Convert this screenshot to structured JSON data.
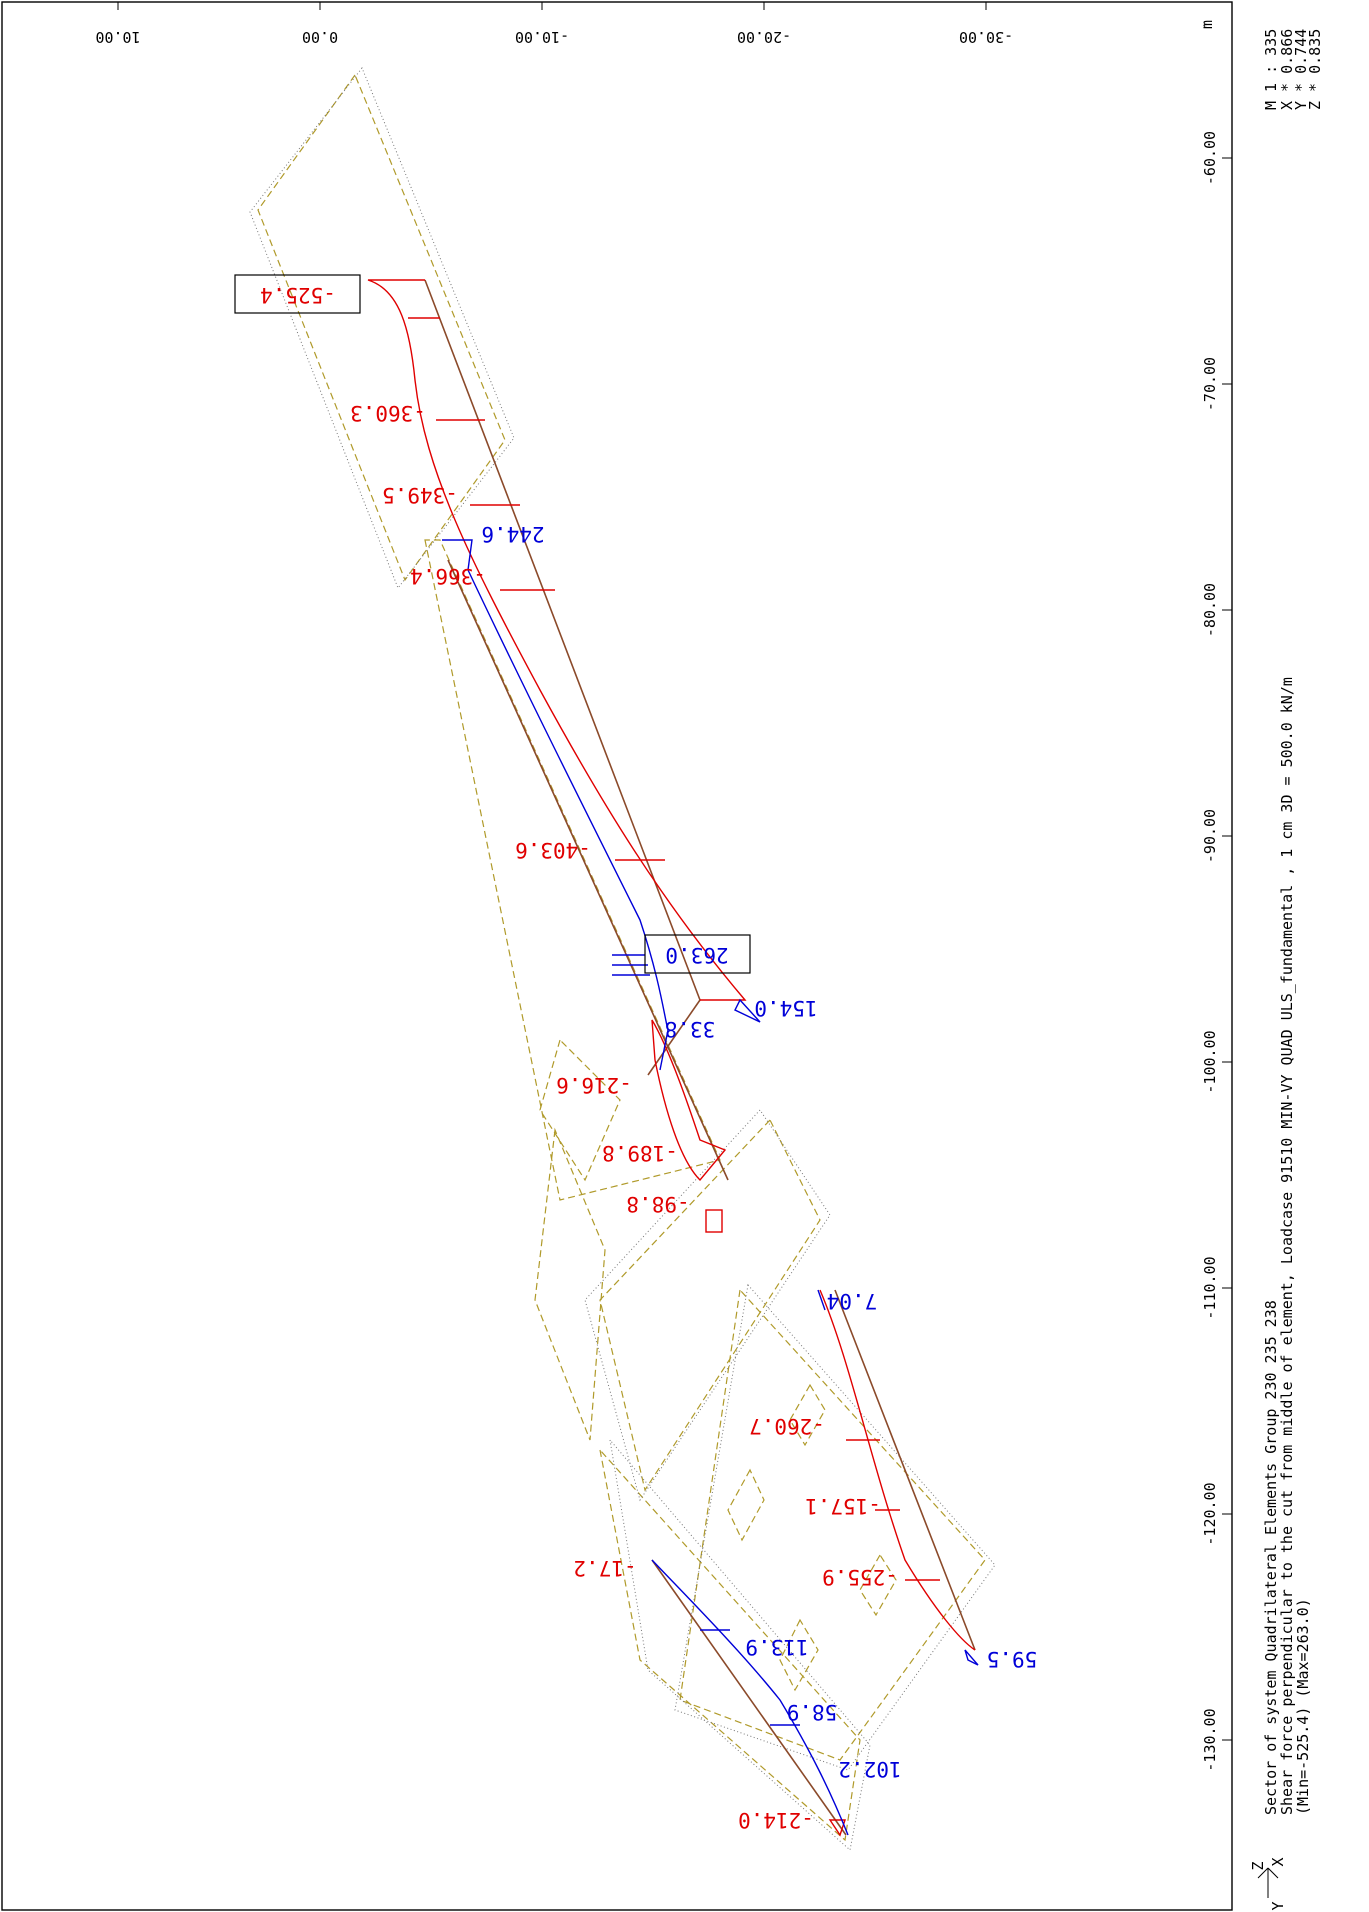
{
  "colors": {
    "negative": "#e00000",
    "positive": "#0000d8",
    "element_outline": "#b09a2a",
    "beam": "#8b4a2a"
  },
  "scale_block": {
    "unit": "m",
    "scale": "M 1 : 335",
    "x_factor": "X * 0.866",
    "y_factor": "Y * 0.744",
    "z_factor": "Z * 0.835"
  },
  "top_axis_ticks": [
    "10.00",
    "0.00",
    "-10.00",
    "-20.00",
    "-30.00"
  ],
  "right_axis_ticks": [
    "-60.00",
    "-70.00",
    "-80.00",
    "-90.00",
    "-100.00",
    "-110.00",
    "-120.00",
    "-130.00"
  ],
  "caption": {
    "line1": "Sector of system Quadrilateral Elements Group 230 235 238",
    "line2": "Shear force perpendicular to the cut from middle of element, Loadcase 91510  MIN-VY QUAD ULS_fundamental    , 1 cm 3D =  500.0 kN/m",
    "line3": "(Min=-525.4) (Max=263.0)"
  },
  "axis_symbol": {
    "z": "Z",
    "y": "Y",
    "x": "X"
  },
  "value_labels": [
    "-525.4",
    "-360.3",
    "-349.5",
    "244.6",
    "-366.4",
    "-403.6",
    "263.0",
    "154.0",
    "33.8",
    "-216.6",
    "-189.8",
    "-98.8",
    "7.04",
    "-260.7",
    "-157.1",
    "-255.9",
    "59.5",
    "-17.2",
    "113.9",
    "58.9",
    "102.2",
    "-214.0"
  ]
}
